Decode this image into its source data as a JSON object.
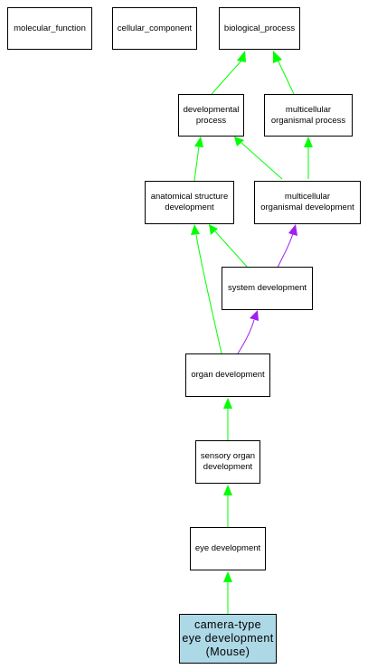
{
  "colors": {
    "is_a": "#00ff00",
    "part_of": "#a020f0",
    "focus_fill": "#add8e6"
  },
  "nodes": {
    "molecular_function": "molecular_function",
    "cellular_component": "cellular_component",
    "biological_process": "biological_process",
    "developmental_process": "developmental\nprocess",
    "multicellular_organismal_process": "multicellular\norganismal process",
    "anatomical_structure_development": "anatomical structure\ndevelopment",
    "multicellular_organismal_development": "multicellular\norganismal development",
    "system_development": "system development",
    "organ_development": "organ development",
    "sensory_organ_development": "sensory organ\ndevelopment",
    "eye_development": "eye development",
    "camera_type_eye_development": "camera-type\neye development\n(Mouse)"
  }
}
